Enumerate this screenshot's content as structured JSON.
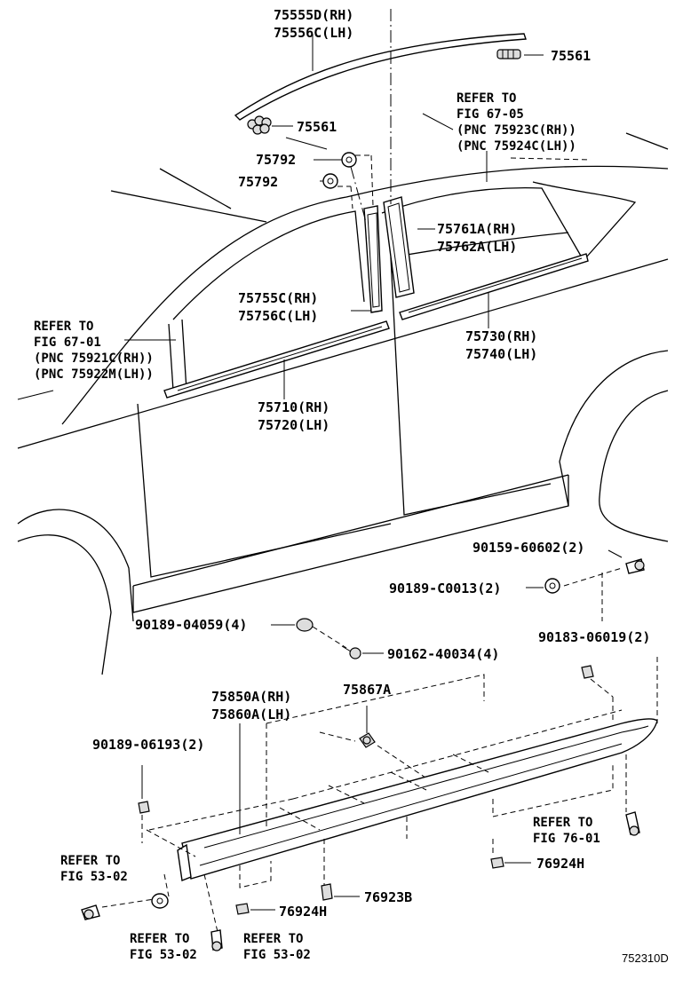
{
  "labels": {
    "p75555d": "75555D(RH)",
    "p75556c": "75556C(LH)",
    "p75561_top": "75561",
    "p75561_mid": "75561",
    "refer_6705_a": "REFER TO",
    "refer_6705_b": "FIG 67-05",
    "refer_6705_c": "(PNC 75923C(RH))",
    "refer_6705_d": "(PNC 75924C(LH))",
    "p75792_a": "75792",
    "p75792_b": "75792",
    "p75761a": "75761A(RH)",
    "p75762a": "75762A(LH)",
    "p75755c": "75755C(RH)",
    "p75756c": "75756C(LH)",
    "refer_6701_a": "REFER TO",
    "refer_6701_b": "FIG 67-01",
    "refer_6701_c": "(PNC 75921C(RH))",
    "refer_6701_d": "(PNC 75922M(LH))",
    "p75730": "75730(RH)",
    "p75740": "75740(LH)",
    "p75710": "75710(RH)",
    "p75720": "75720(LH)",
    "p9015960602": "90159-60602(2)",
    "p90189c0013": "90189-C0013(2)",
    "p9018904059": "90189-04059(4)",
    "p9016240034": "90162-40034(4)",
    "p9018306019": "90183-06019(2)",
    "p75850a": "75850A(RH)",
    "p75860a": "75860A(LH)",
    "p75867a": "75867A",
    "p9018906193": "90189-06193(2)",
    "refer_7601_a": "REFER TO",
    "refer_7601_b": "FIG 76-01",
    "refer_5302_left_a": "REFER TO",
    "refer_5302_left_b": "FIG 53-02",
    "p76924h_right": "76924H",
    "p76923b": "76923B",
    "p76924h_bottom": "76924H",
    "refer_5302_bl_a": "REFER TO",
    "refer_5302_bl_b": "FIG 53-02",
    "refer_5302_br_a": "REFER TO",
    "refer_5302_br_b": "FIG 53-02",
    "drawing_code": "752310D"
  }
}
